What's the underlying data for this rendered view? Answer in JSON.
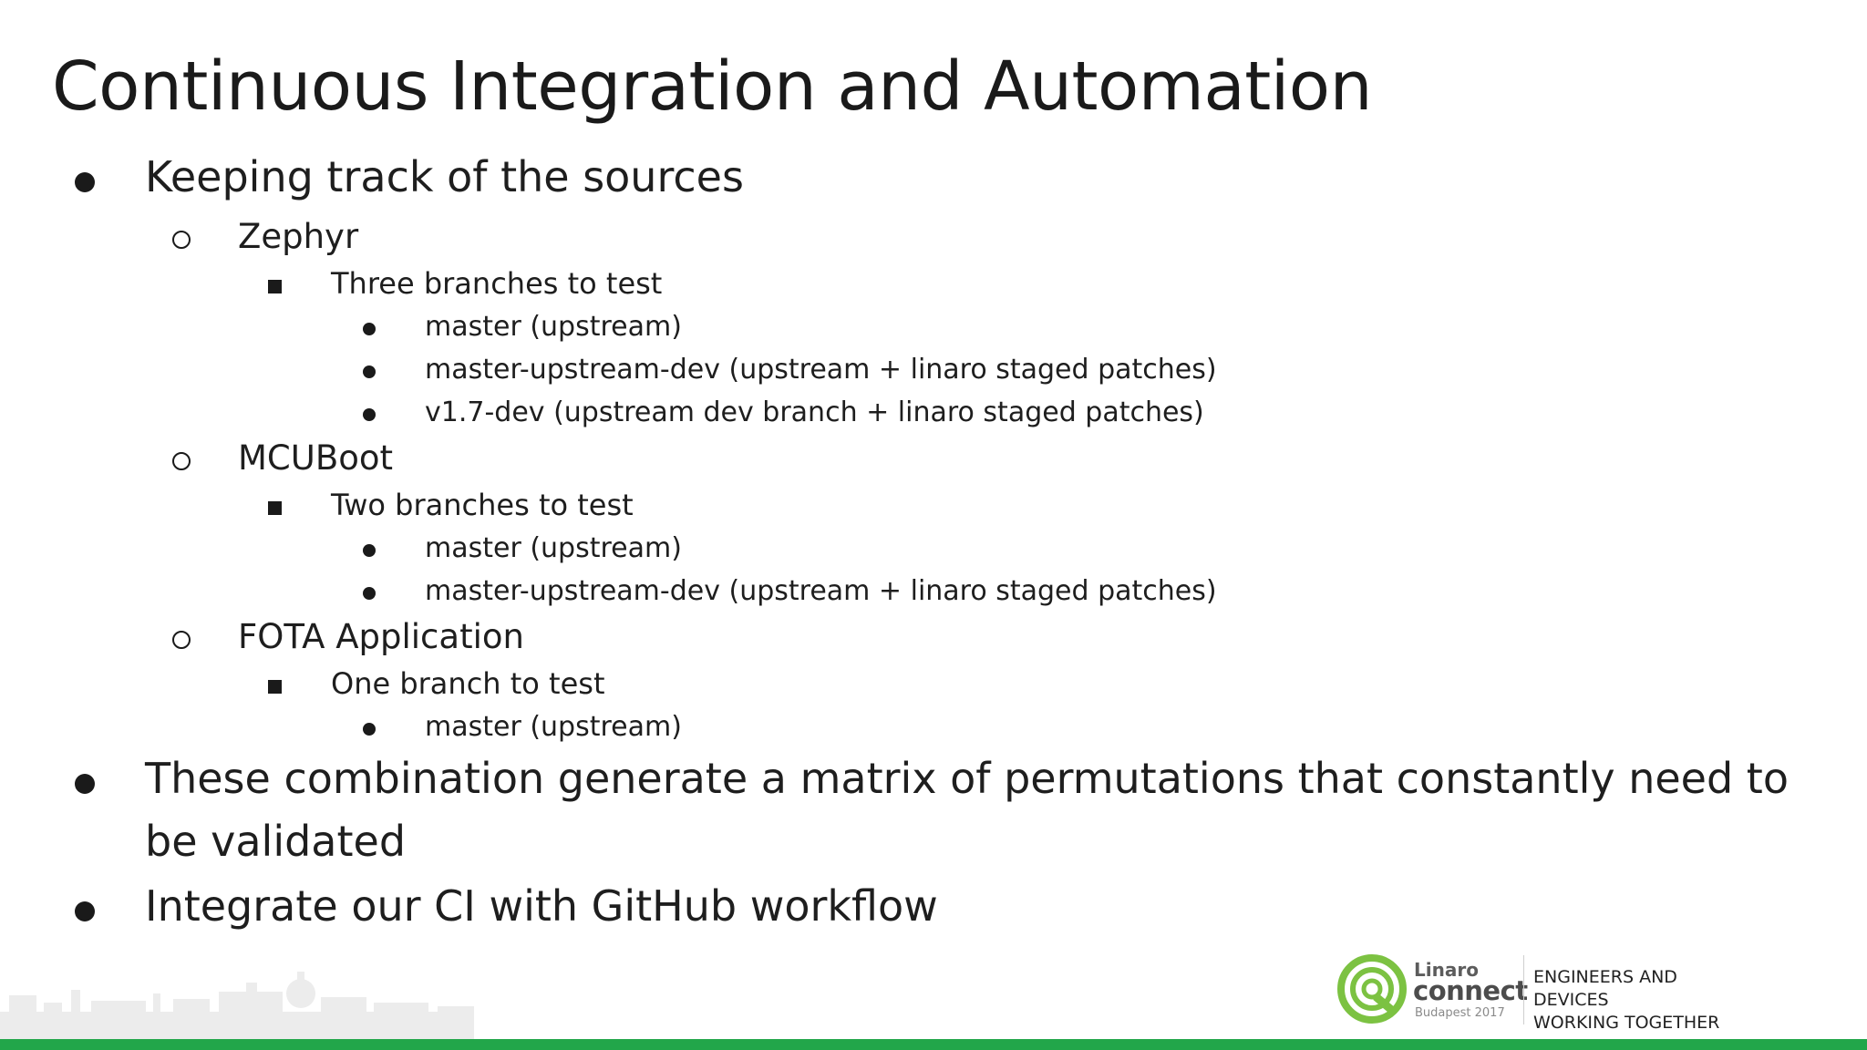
{
  "slide": {
    "title": "Continuous Integration and Automation",
    "bullets": {
      "sources": "Keeping track of the sources",
      "zephyr": "Zephyr",
      "zephyr_branches": "Three branches to test",
      "zephyr_master": "master (upstream)",
      "zephyr_master_dev": "master-upstream-dev (upstream + linaro staged patches)",
      "zephyr_v17": "v1.7-dev (upstream dev branch + linaro staged patches)",
      "mcuboot": "MCUBoot",
      "mcuboot_branches": "Two branches to test",
      "mcuboot_master": "master (upstream)",
      "mcuboot_master_dev": "master-upstream-dev (upstream + linaro staged patches)",
      "fota": "FOTA Application",
      "fota_branches": "One branch to test",
      "fota_master": "master (upstream)",
      "matrix_line1": "These combination generate a matrix of permutations that constantly need to",
      "matrix_line2": "be validated",
      "github": "Integrate our CI with GitHub workflow"
    }
  },
  "footer": {
    "logo_brand": "Linaro",
    "logo_word": "connect",
    "logo_event": "Budapest 2017",
    "tagline_line1": "ENGINEERS AND DEVICES",
    "tagline_line2": "WORKING TOGETHER",
    "logo_icon": "linaro-connect-logo-icon",
    "skyline_icon": "budapest-skyline-icon",
    "accent_color": "#22a64a"
  }
}
